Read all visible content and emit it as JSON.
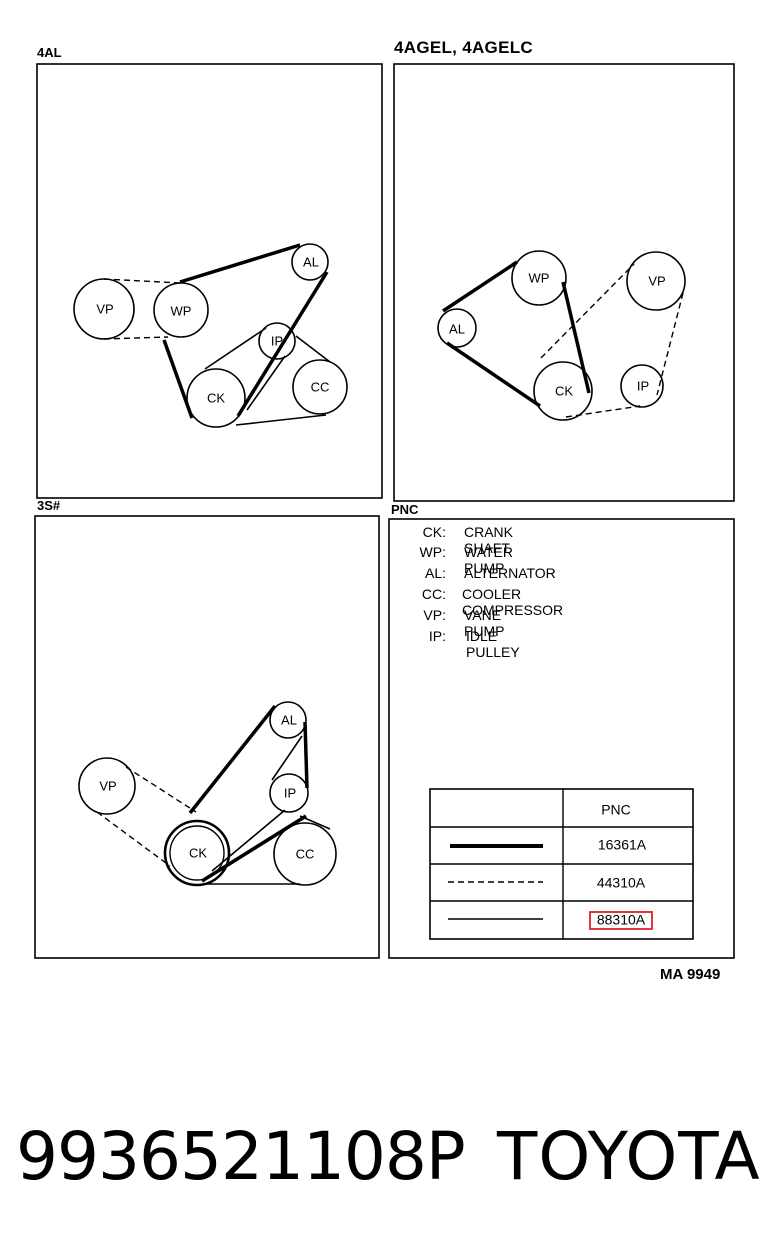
{
  "panels": {
    "top_left": {
      "label": "4AL",
      "pulleys": {
        "vp": "VP",
        "wp": "WP",
        "al": "AL",
        "ip": "IP",
        "ck": "CK",
        "cc": "CC"
      }
    },
    "top_right": {
      "label": "4AGEL, 4AGELC",
      "pulleys": {
        "al": "AL",
        "wp": "WP",
        "vp": "VP",
        "ck": "CK",
        "ip": "IP"
      }
    },
    "bottom_left": {
      "label": "3S#",
      "pulleys": {
        "al": "AL",
        "vp": "VP",
        "ip": "IP",
        "ck": "CK",
        "cc": "CC"
      }
    },
    "bottom_right": {
      "label": "PNC"
    }
  },
  "legend": [
    {
      "code": "CK:",
      "name": "CRANK SHAFT"
    },
    {
      "code": "WP:",
      "name": "WATER PUMP"
    },
    {
      "code": "AL:",
      "name": "ALTERNATOR"
    },
    {
      "code": "CC:",
      "name": "COOLER COMPRESSOR"
    },
    {
      "code": "VP:",
      "name": "VANE PUMP"
    },
    {
      "code": "IP:",
      "name": "IDLE PULLEY"
    }
  ],
  "pnc_table": {
    "header": "PNC",
    "rows": [
      {
        "line_style": "thick-solid",
        "value": "16361A"
      },
      {
        "line_style": "dashed",
        "value": "44310A"
      },
      {
        "line_style": "thin-solid",
        "value": "88310A",
        "highlighted": true
      }
    ],
    "highlight_color": "#e0202a"
  },
  "figure_code": "MA 9949",
  "footer": {
    "part_number": "9936521108P",
    "brand": "TOYOTA"
  }
}
